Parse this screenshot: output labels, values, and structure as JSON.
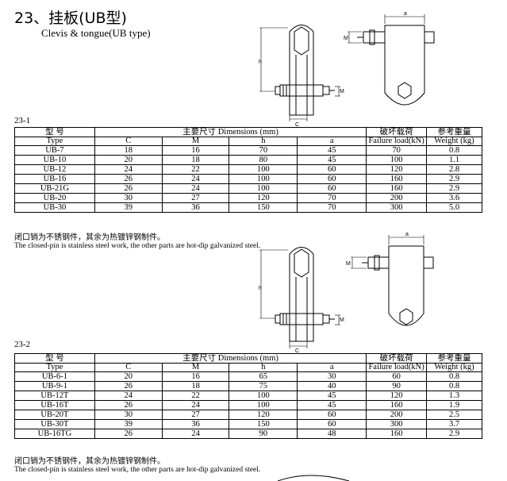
{
  "header": {
    "title": "23、挂板(UB型)",
    "subtitle": "Clevis & tongue(UB type)"
  },
  "diagram_labels": {
    "a": "a",
    "M": "M",
    "h": "h",
    "C": "C"
  },
  "table1": {
    "label": "23-1",
    "head": {
      "type_cn": "型 号",
      "type_en": "Type",
      "dims": "主要尺寸 Dimensions (mm)",
      "load_cn": "破坏载荷",
      "load_en": "Failure load(kN)",
      "weight_cn": "参考重量",
      "weight_en": "Weight (kg)",
      "c": "C",
      "m": "M",
      "h": "h",
      "a": "a"
    },
    "rows": [
      [
        "UB-7",
        "18",
        "16",
        "70",
        "45",
        "70",
        "0.8"
      ],
      [
        "UB-10",
        "20",
        "18",
        "80",
        "45",
        "100",
        "1.1"
      ],
      [
        "UB-12",
        "24",
        "22",
        "100",
        "60",
        "120",
        "2.8"
      ],
      [
        "UB-16",
        "26",
        "24",
        "100",
        "60",
        "160",
        "2.9"
      ],
      [
        "UB-21G",
        "26",
        "24",
        "100",
        "60",
        "160",
        "2.9"
      ],
      [
        "UB-20",
        "30",
        "27",
        "120",
        "70",
        "200",
        "3.6"
      ],
      [
        "UB-30",
        "39",
        "36",
        "150",
        "70",
        "300",
        "5.0"
      ]
    ],
    "note_cn": "闭口销为不锈钢件，其余为热镀锌钢制件。",
    "note_en": "The closed-pin is stainless steel work, the other parts are hot-dip galvanized steel."
  },
  "table2": {
    "label": "23-2",
    "head": {
      "type_cn": "型 号",
      "type_en": "Type",
      "dims": "主要尺寸 Dimensions (mm)",
      "load_cn": "破坏载荷",
      "load_en": "Failure load(kN)",
      "weight_cn": "参考重量",
      "weight_en": "Weight (kg)",
      "c": "C",
      "m": "M",
      "h": "h",
      "a": "a"
    },
    "rows": [
      [
        "UB-6-1",
        "20",
        "16",
        "65",
        "30",
        "60",
        "0.8"
      ],
      [
        "UB-9-1",
        "26",
        "18",
        "75",
        "40",
        "90",
        "0.8"
      ],
      [
        "UB-12T",
        "24",
        "22",
        "100",
        "45",
        "120",
        "1.3"
      ],
      [
        "UB-16T",
        "26",
        "24",
        "100",
        "45",
        "160",
        "1.9"
      ],
      [
        "UB-20T",
        "30",
        "27",
        "120",
        "60",
        "200",
        "2.5"
      ],
      [
        "UB-30T",
        "39",
        "36",
        "150",
        "60",
        "300",
        "3.7"
      ],
      [
        "UB-16TG",
        "26",
        "24",
        "90",
        "48",
        "160",
        "2.9"
      ]
    ],
    "note_cn": "闭口销为不锈钢件，其余为热镀锌钢制件。",
    "note_en": "The closed-pin is stainless steel work, the other parts are hot-dip galvanized steel."
  }
}
